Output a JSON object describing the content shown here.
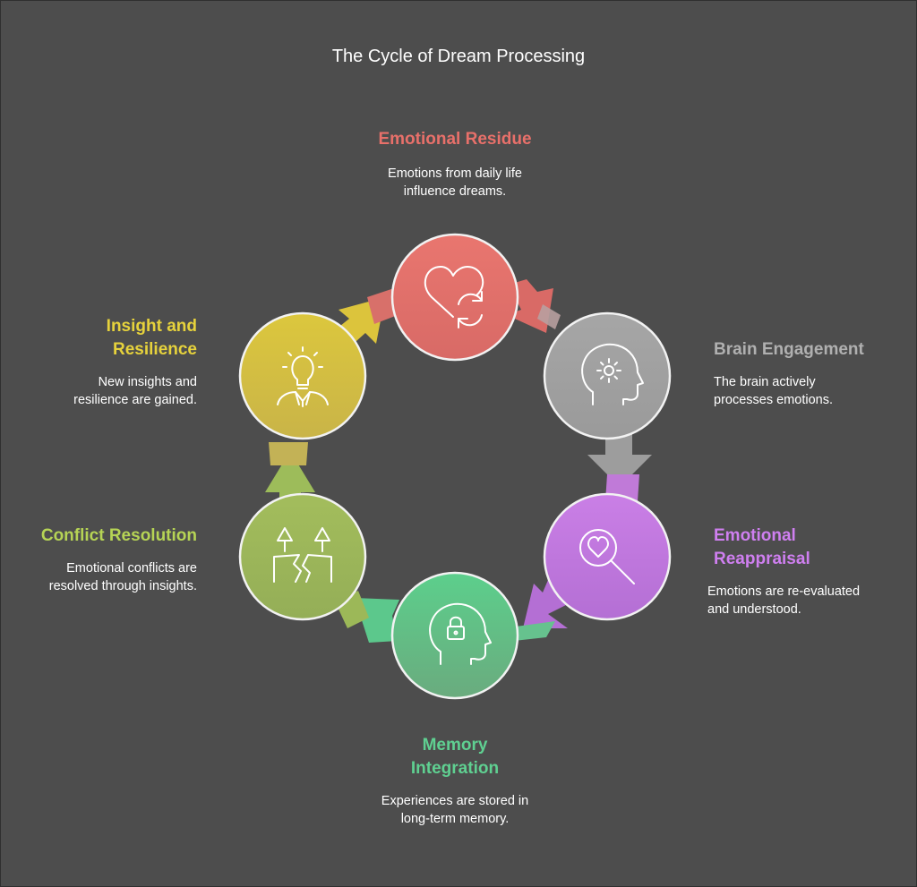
{
  "title": "The Cycle of Dream Processing",
  "colors": {
    "background": "#4d4d4d",
    "residue": "#e0716b",
    "brain": "#a3a3a3",
    "reappraisal": "#c77ce3",
    "memory": "#57c98a",
    "conflict": "#9cba5a",
    "insight": "#d7c33e"
  },
  "stages": [
    {
      "id": "residue",
      "heading": "Emotional Residue",
      "description": [
        "Emotions from daily life",
        "influence dreams."
      ],
      "icon": "heart-cycle-icon"
    },
    {
      "id": "brain",
      "heading": "Brain Engagement",
      "description": [
        "The brain actively",
        "processes emotions."
      ],
      "icon": "head-gear-icon"
    },
    {
      "id": "reappraisal",
      "heading": [
        "Emotional",
        "Reappraisal"
      ],
      "description": [
        "Emotions are re-evaluated",
        "and understood."
      ],
      "icon": "heart-magnifier-icon"
    },
    {
      "id": "memory",
      "heading": [
        "Memory",
        "Integration"
      ],
      "description": [
        "Experiences are stored in",
        "long-term memory."
      ],
      "icon": "head-lock-icon"
    },
    {
      "id": "conflict",
      "heading": "Conflict Resolution",
      "description": [
        "Emotional conflicts are",
        "resolved through insights."
      ],
      "icon": "split-ground-trees-icon"
    },
    {
      "id": "insight",
      "heading": [
        "Insight and",
        "Resilience"
      ],
      "description": [
        "New insights and",
        "resilience are gained."
      ],
      "icon": "person-lightbulb-icon"
    }
  ]
}
